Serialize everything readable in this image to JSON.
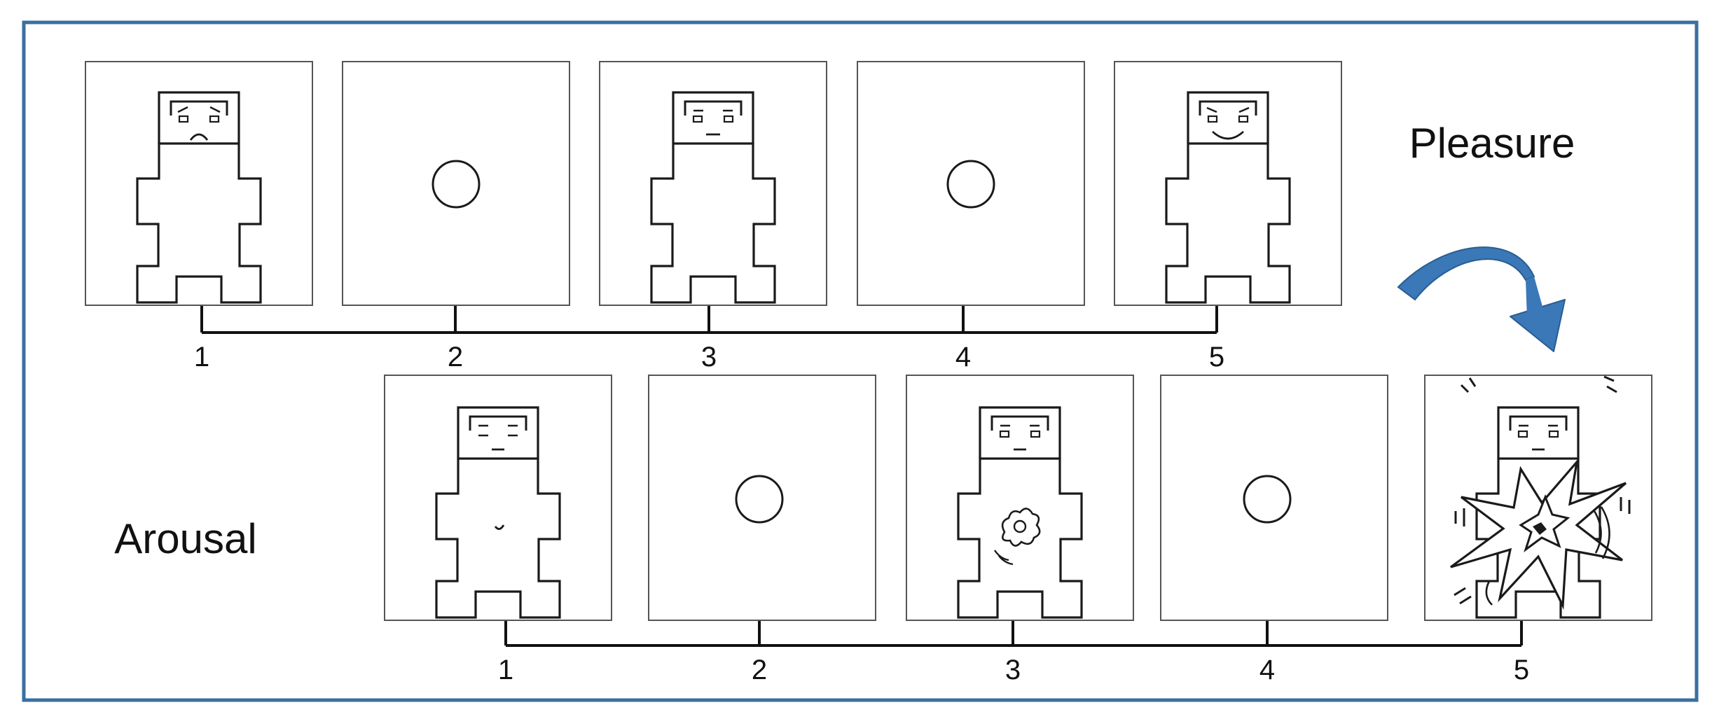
{
  "colors": {
    "frame_border": "#3a6f9f",
    "arrow_fill": "#3a78b8",
    "arrow_edge": "#2a5d8f",
    "line": "#111111",
    "panel_border": "#555555"
  },
  "scales": [
    {
      "id": "pleasure",
      "label": "Pleasure",
      "points": [
        "1",
        "2",
        "3",
        "4",
        "5"
      ],
      "panels": [
        "sad-figure",
        "circle",
        "neutral-figure",
        "circle",
        "happy-figure"
      ]
    },
    {
      "id": "arousal",
      "label": "Arousal",
      "points": [
        "1",
        "2",
        "3",
        "4",
        "5"
      ],
      "panels": [
        "calm-figure",
        "circle",
        "medium-arousal-figure",
        "circle",
        "high-arousal-figure"
      ]
    }
  ]
}
